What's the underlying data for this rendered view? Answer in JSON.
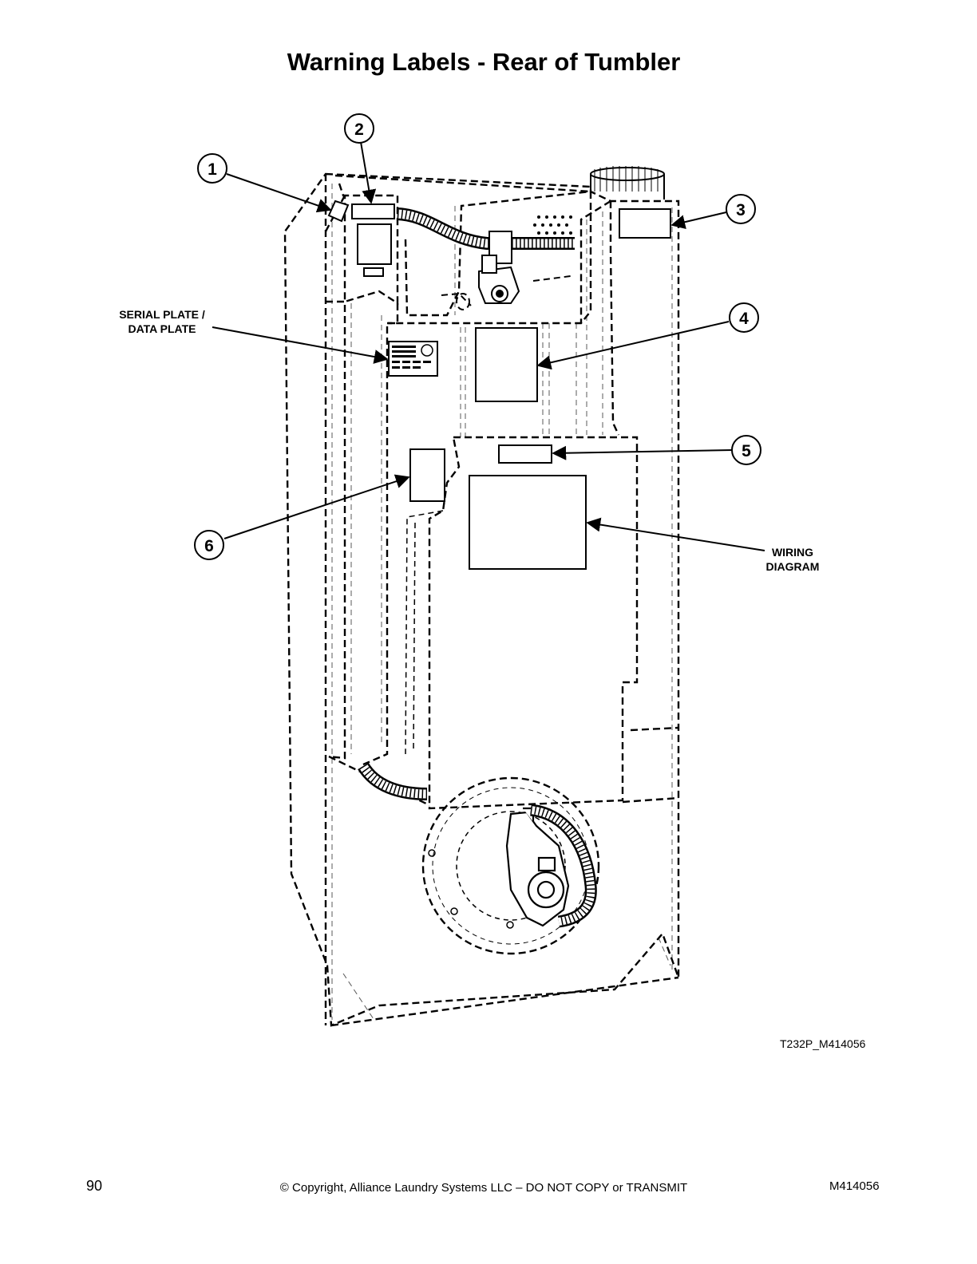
{
  "title": "Warning Labels - Rear of Tumbler",
  "callouts": [
    {
      "number": "1"
    },
    {
      "number": "2"
    },
    {
      "number": "3"
    },
    {
      "number": "4"
    },
    {
      "number": "5"
    },
    {
      "number": "6"
    }
  ],
  "labels": {
    "serial_plate_line1": "SERIAL PLATE /",
    "serial_plate_line2": "DATA PLATE",
    "wiring_line1": "WIRING",
    "wiring_line2": "DIAGRAM"
  },
  "figure_id": "T232P_M414056",
  "footer": {
    "page_number": "90",
    "copyright": "© Copyright, Alliance Laundry Systems LLC – DO NOT COPY or TRANSMIT",
    "document_number": "M414056"
  }
}
